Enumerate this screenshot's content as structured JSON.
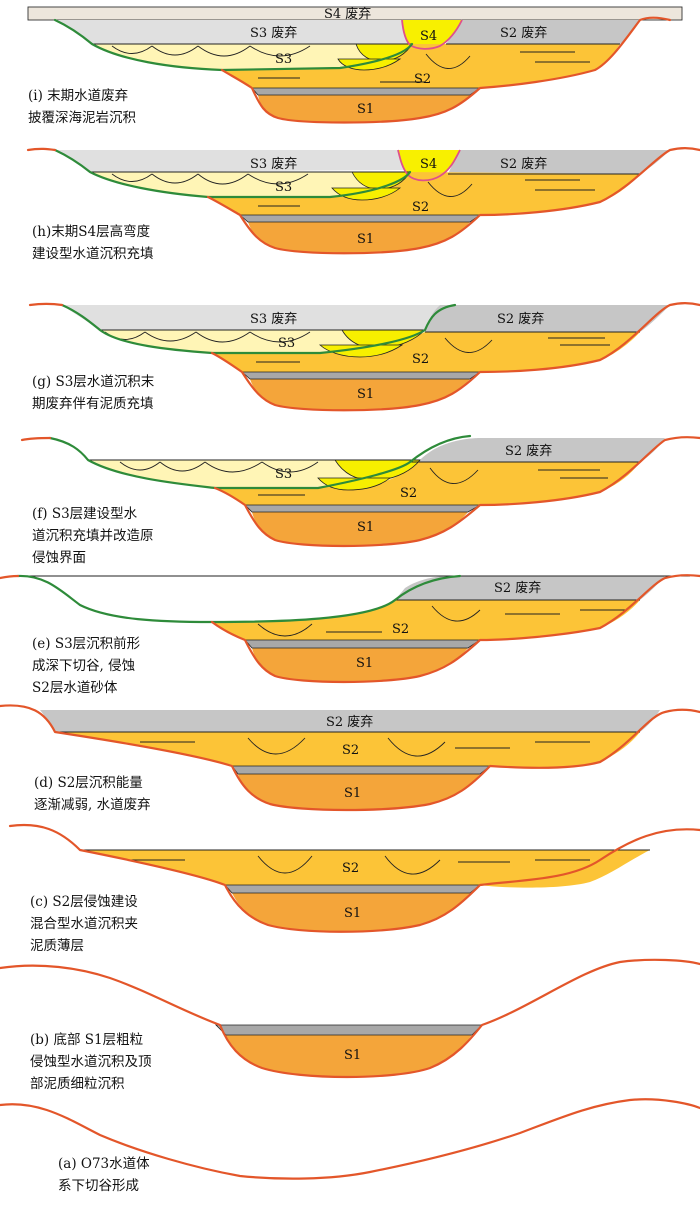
{
  "colors": {
    "erosion": "#e3562a",
    "s3_erosion": "#2e8b3a",
    "s4_erosion": "#e0508a",
    "abandon": "#c6c6c6",
    "abandon_s3": "#e0e0e0",
    "abandon_s4": "#ede6dc",
    "s1": "#f4a53a",
    "s2": "#fcc437",
    "s3": "#fff5b6",
    "s3_lobe": "#f7ef00",
    "s4": "#f8f000",
    "mud": "#a8a8a8"
  },
  "units": {
    "s1": "S1",
    "s2": "S2",
    "s3": "S3",
    "s4": "S4",
    "s2_abandon": "S2 废弃",
    "s3_abandon": "S3 废弃",
    "s4_abandon": "S4 废弃"
  },
  "panels": [
    {
      "id": "i",
      "caption": [
        "(i) 末期水道废弃",
        "披覆深海泥岩沉积"
      ]
    },
    {
      "id": "h",
      "caption": [
        "(h)末期S4层高弯度",
        "建设型水道沉积充填"
      ]
    },
    {
      "id": "g",
      "caption": [
        "(g) S3层水道沉积末",
        "期废弃伴有泥质充填"
      ]
    },
    {
      "id": "f",
      "caption": [
        "(f) S3层建设型水",
        "道沉积充填并改造原",
        "侵蚀界面"
      ]
    },
    {
      "id": "e",
      "caption": [
        "(e) S3层沉积前形",
        "成深下切谷, 侵蚀",
        "S2层水道砂体"
      ]
    },
    {
      "id": "d",
      "caption": [
        "(d) S2层沉积能量",
        "逐渐减弱, 水道废弃"
      ]
    },
    {
      "id": "c",
      "caption": [
        "(c) S2层侵蚀建设",
        "混合型水道沉积夹",
        "泥质薄层"
      ]
    },
    {
      "id": "b",
      "caption": [
        "(b) 底部 S1层粗粒",
        "侵蚀型水道沉积及顶",
        "部泥质细粒沉积"
      ]
    },
    {
      "id": "a",
      "caption": [
        "(a) O73水道体",
        "系下切谷形成"
      ]
    }
  ]
}
